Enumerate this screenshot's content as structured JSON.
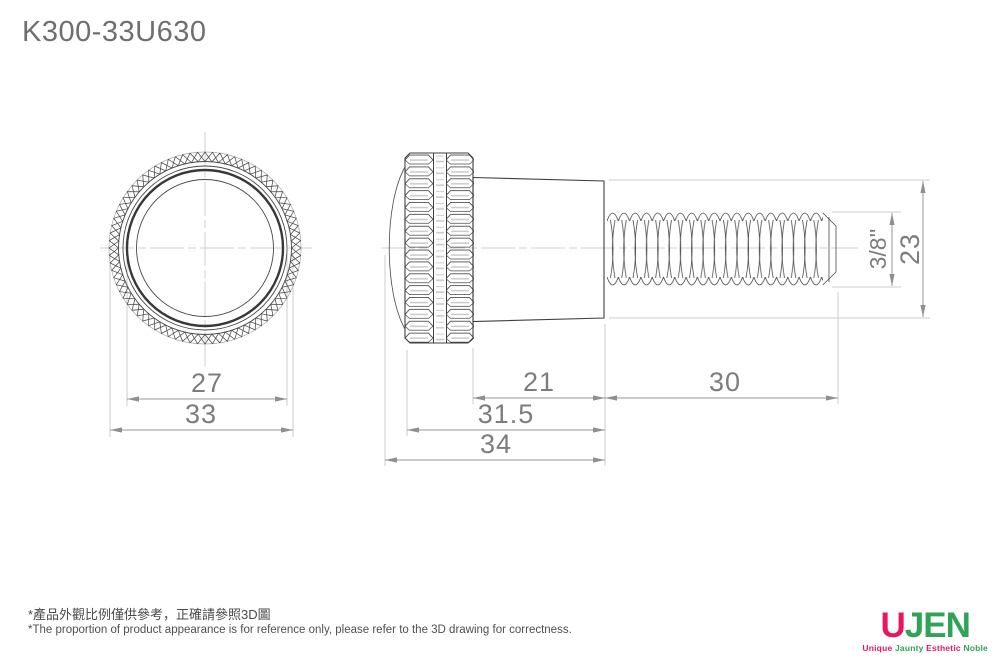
{
  "title": "K300-33U630",
  "drawing": {
    "type": "technical-2-view-knurled-thumb-screw",
    "dims": {
      "knob_knurl_diameter": "27",
      "knob_outer_diameter": "33",
      "collar_length": "21",
      "thread_length": "30",
      "head_to_collar_length": "31.5",
      "overall_head_length": "34",
      "thread_spec": "3/8''",
      "collar_diameter": "23"
    },
    "line_colors": {
      "object_lines": "#3f3f3f",
      "extension_lines": "#cccccc",
      "dimension_lines": "#979797",
      "dimension_text": "#7d7d7d"
    }
  },
  "notes": {
    "zh": "*產品外觀比例僅供參考，正確請參照3D圖",
    "en": "*The proportion of product appearance is for reference only, please refer to the 3D drawing for correctness."
  },
  "logo": {
    "letters": [
      {
        "char": "U",
        "color": "#e8175d"
      },
      {
        "char": "J",
        "color": "#2fa356"
      },
      {
        "char": "E",
        "color": "#2fa356"
      },
      {
        "char": "N",
        "color": "#2fa356"
      }
    ],
    "tagline": [
      {
        "word": "Unique",
        "color": "#e8175d"
      },
      {
        "word": "Jaunty",
        "color": "#2fa356"
      },
      {
        "word": "Esthetic",
        "color": "#e8175d"
      },
      {
        "word": "Noble",
        "color": "#2fa356"
      }
    ]
  }
}
